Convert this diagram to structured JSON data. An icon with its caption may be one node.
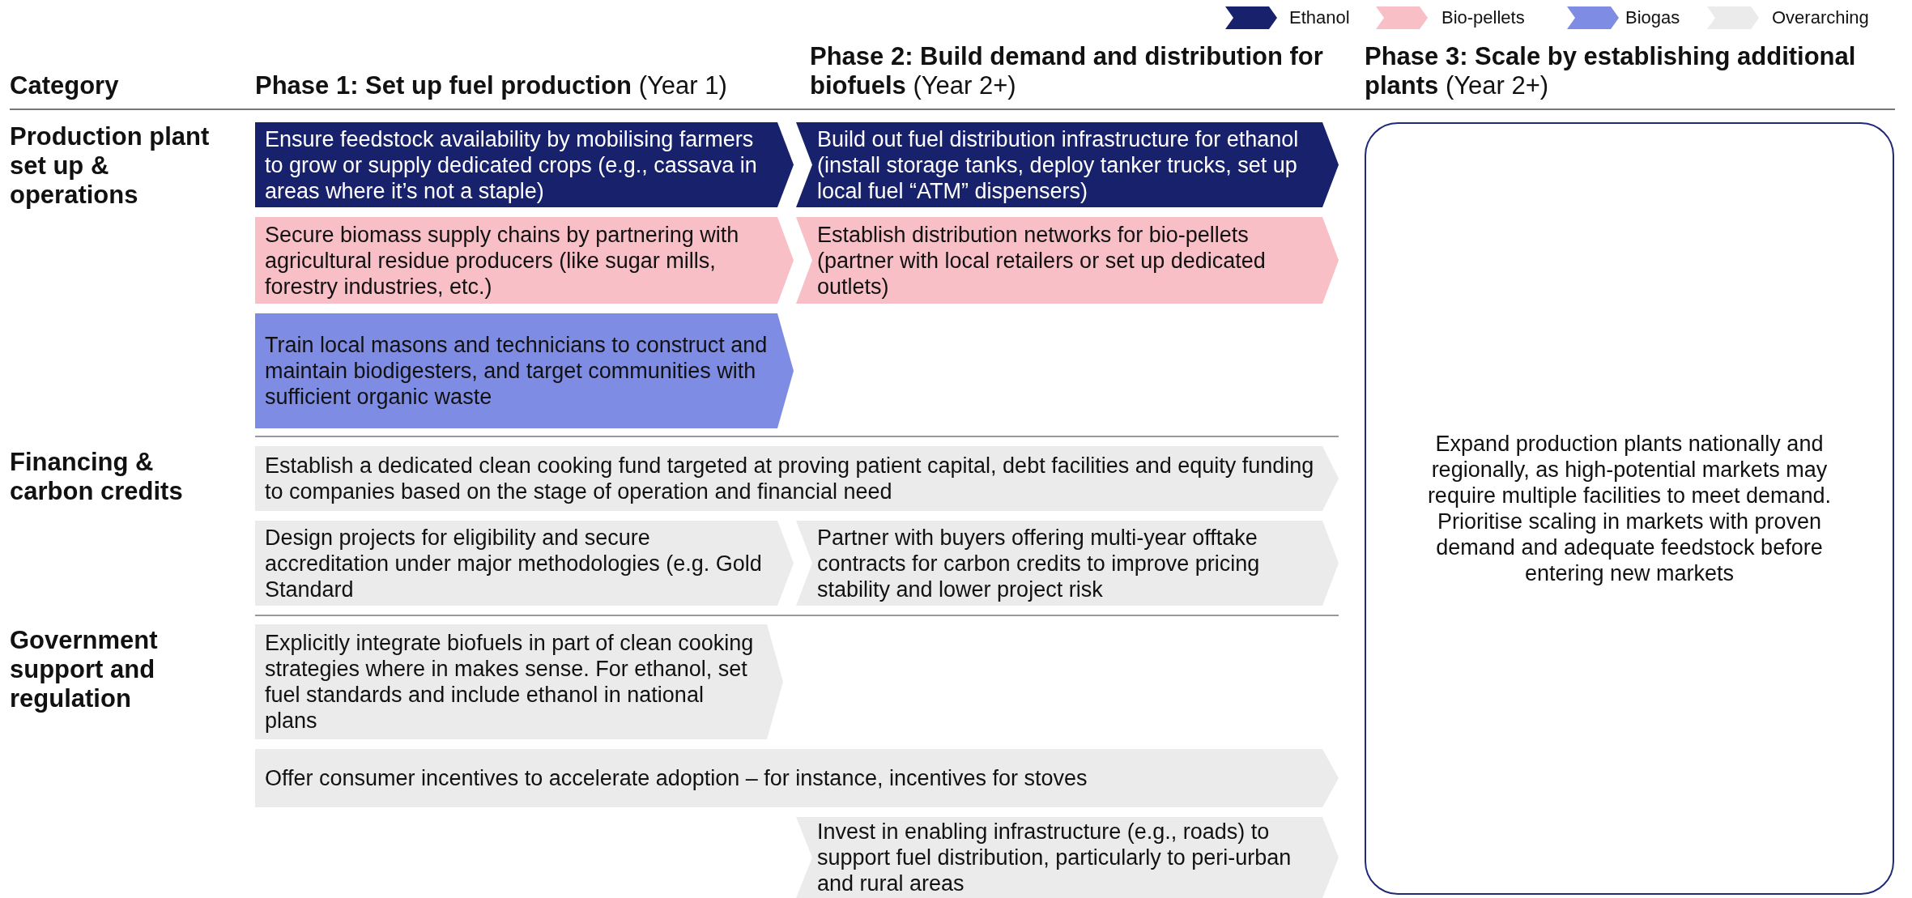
{
  "diagram": {
    "nodes": [
      {
        "text": [
          "Ensure feedstock availability by mobilising farmers to grow or supply dedicated crops (e.g., cassava in areas where it’s not a staple)"
        ]
      },
      {
        "text": [
          "Build out fuel distribution infrastructure for ethanol (install storage tanks, deploy tanker trucks, set up local fuel “ATM” dispensers)"
        ]
      },
      {
        "text": [
          "Secure biomass supply chains by partnering with agricultural residue producers (like sugar mills, forestry industries, etc.)"
        ]
      },
      {
        "text": [
          "Establish distribution networks for bio-pellets (partner with local retailers or set up dedicated outlets)"
        ]
      },
      {
        "text": [
          "Train local masons and technicians to construct and maintain biodigesters, and target communities with sufficient organic waste"
        ]
      },
      {
        "text": [
          "Establish a dedicated clean cooking fund targeted at proving patient capital, debt facilities and equity funding to companies based on the stage of operation and financial need"
        ]
      },
      {
        "text": [
          "Design projects for eligibility and secure accreditation under major methodologies (e.g. Gold Standard"
        ]
      },
      {
        "text": [
          "Partner with buyers offering multi-year offtake contracts for carbon credits to improve pricing stability and lower project risk"
        ]
      },
      {
        "text": [
          "Explicitly integrate biofuels in part of clean cooking strategies where in makes sense.  For ethanol,  set fuel standards and include ethanol in national plans"
        ]
      },
      {
        "text": [
          "Offer consumer incentives to accelerate adoption – for instance, incentives for stoves"
        ]
      },
      {
        "text": [
          "Invest in enabling infrastructure (e.g., roads) to support fuel distribution, particularly to peri-urban and rural areas"
        ]
      },
      {
        "text": [
          "Expand production plants nationally and regionally, as high-potential markets may require multiple facilities to meet demand. Prioritise scaling in markets with proven demand and adequate feedstock before entering new markets"
        ]
      }
    ],
    "labels": [
      "Category",
      "**Phase 1: Set up fuel production** (Year 1)",
      "**Phase 2: Build demand and distribution for biofuels** (Year 2+)",
      "**Phase 3: Scale by establishing additional plants** (Year 2+)",
      "Production plant set up & operations",
      "Financing & carbon credits",
      "Government support and regulation"
    ],
    "legend": [
      {
        "text": "Ethanol",
        "color": "#18216b"
      },
      {
        "text": "Bio-pellets",
        "color": "#f8bfc6"
      },
      {
        "text": "Biogas",
        "color": "#7f8ce3"
      },
      {
        "text": "Overarching",
        "color": "#ebebeb"
      }
    ]
  }
}
